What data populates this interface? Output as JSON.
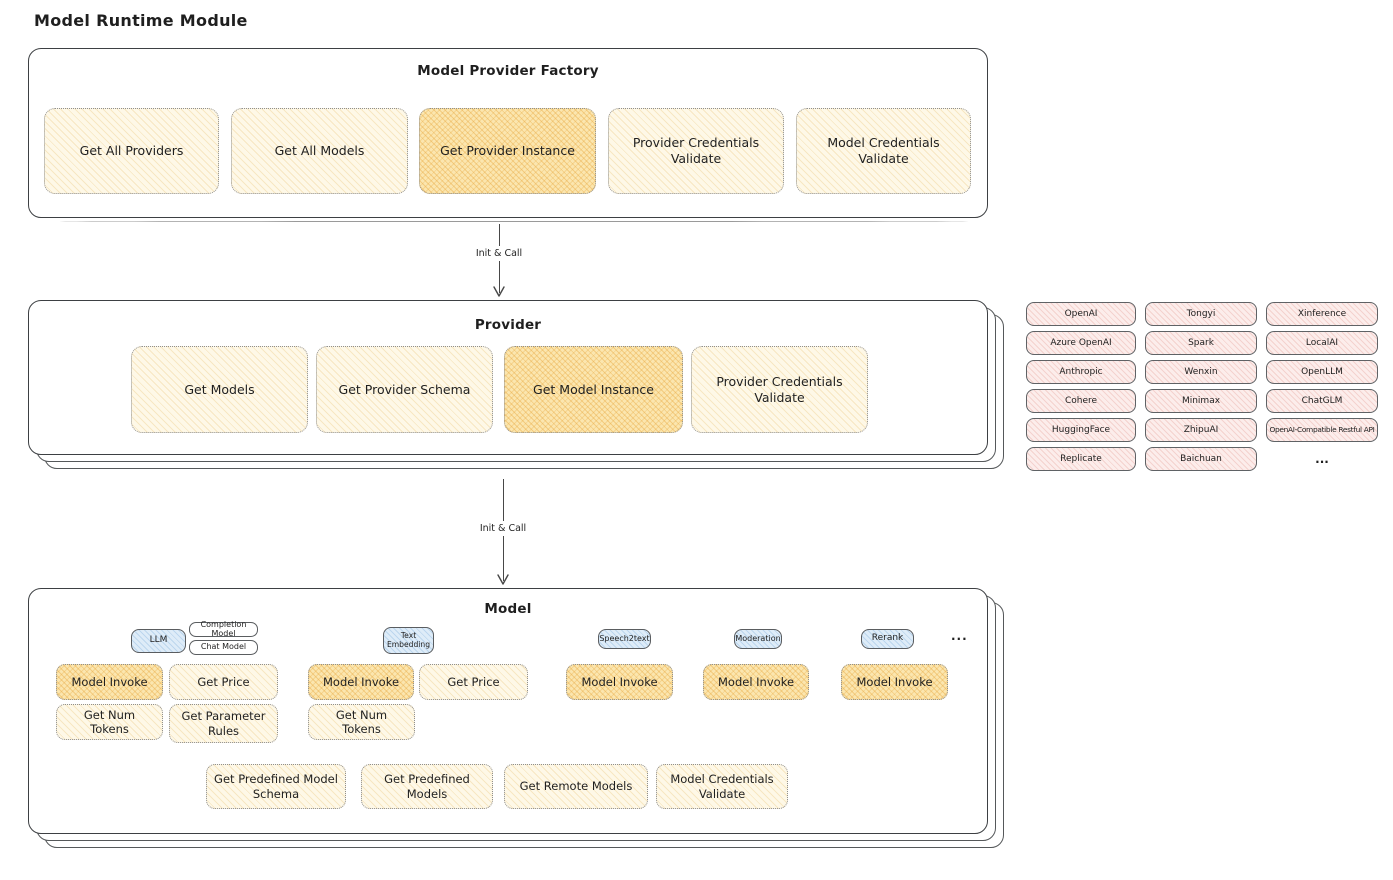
{
  "title": "Model Runtime Module",
  "factory": {
    "title": "Model Provider Factory",
    "boxes": [
      {
        "label": "Get All Providers",
        "highlighted": false
      },
      {
        "label": "Get All Models",
        "highlighted": false
      },
      {
        "label": "Get Provider Instance",
        "highlighted": true
      },
      {
        "label": "Provider Credentials Validate",
        "highlighted": false
      },
      {
        "label": "Model Credentials Validate",
        "highlighted": false
      }
    ]
  },
  "arrows": {
    "factory_to_provider": "Init & Call",
    "provider_to_model": "Init & Call"
  },
  "provider": {
    "title": "Provider",
    "boxes": [
      {
        "label": "Get Models",
        "highlighted": false
      },
      {
        "label": "Get Provider Schema",
        "highlighted": false
      },
      {
        "label": "Get Model Instance",
        "highlighted": true
      },
      {
        "label": "Provider Credentials Validate",
        "highlighted": false
      }
    ]
  },
  "providers_grid": {
    "items": [
      "OpenAI",
      "Tongyi",
      "Xinference",
      "Azure OpenAI",
      "Spark",
      "LocalAI",
      "Anthropic",
      "Wenxin",
      "OpenLLM",
      "Cohere",
      "Minimax",
      "ChatGLM",
      "HuggingFace",
      "ZhipuAI",
      "OpenAI-Compatible Restful API",
      "Replicate",
      "Baichuan"
    ],
    "more_label": "..."
  },
  "model": {
    "title": "Model",
    "tabs": {
      "llm": "LLM",
      "completion_model": "Completion Model",
      "chat_model": "Chat Model",
      "text_embedding": "Text Embedding",
      "speech2text": "Speech2text",
      "moderation": "Moderation",
      "rerank": "Rerank",
      "more": "..."
    },
    "llm_group": {
      "model_invoke": "Model Invoke",
      "get_price": "Get Price",
      "get_num_tokens": "Get Num Tokens",
      "get_parameter_rules": "Get Parameter Rules"
    },
    "text_embedding_group": {
      "model_invoke": "Model Invoke",
      "get_price": "Get Price",
      "get_num_tokens": "Get Num Tokens"
    },
    "speech2text_group": {
      "model_invoke": "Model Invoke"
    },
    "moderation_group": {
      "model_invoke": "Model Invoke"
    },
    "rerank_group": {
      "model_invoke": "Model Invoke"
    },
    "bottom_boxes": [
      "Get Predefined Model Schema",
      "Get Predefined Models",
      "Get Remote Models",
      "Model Credentials Validate"
    ]
  },
  "colors": {
    "box_fill": "#FEF8E7",
    "box_fill_highlighted": "#FBE6AF",
    "provider_fill": "#FCEDEB",
    "tab_fill": "#DEECF8",
    "ink": "#1f1f1f"
  }
}
